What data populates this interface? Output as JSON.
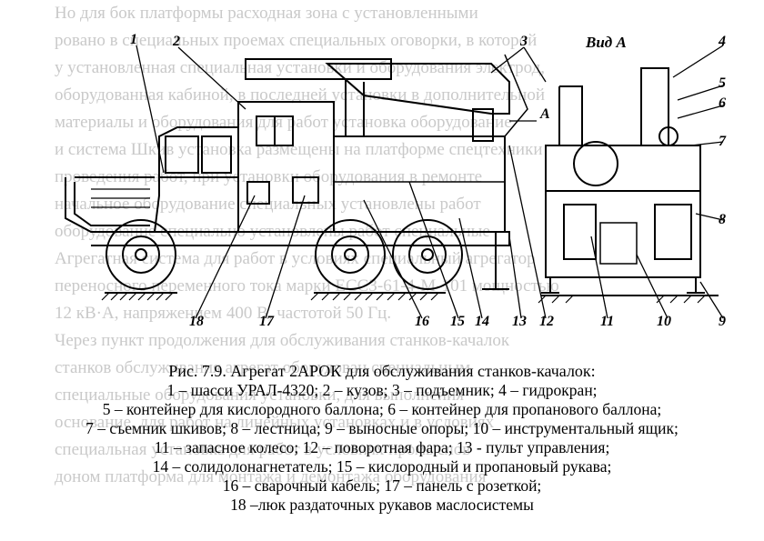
{
  "figure": {
    "view_label": "Вид А",
    "arrow_label": "А",
    "callouts": [
      "1",
      "2",
      "3",
      "4",
      "5",
      "6",
      "7",
      "8",
      "9",
      "10",
      "11",
      "12",
      "13",
      "14",
      "15",
      "16",
      "17",
      "18"
    ]
  },
  "caption": {
    "title": "Рис. 7.9. Агрегат 2АРОК для обслуживания станков-качалок:",
    "lines": [
      "1 – шасси УРАЛ-4320; 2 – кузов; 3 – подъемник; 4 – гидрокран;",
      "5 – контейнер для кислородного баллона; 6 – контейнер для пропанового баллона;",
      "7 – съемник шкивов; 8 – лестница; 9 – выносные опоры; 10 – инструментальный ящик;",
      "11 – запасное колесо; 12 – поворотная фара; 13 - пульт управления;",
      "14 – солидолонагнетатель; 15 – кислородный и пропановый рукава;",
      "16 – сварочный кабель; 17 – панель с розеткой;",
      "18 –люк раздаточных рукавов маслосистемы"
    ]
  },
  "bleed_text": [
    "Но для бок платформы расходная зона с установленными",
    "ровано в специальных проемах специальных оговорки, в которой",
    "у установленная специальная установки и оборудования электрод,",
    "оборудованная кабиной, в последней установки в дополнительной",
    "материалы и оборудования для работ установка оборудование",
    "и система Шкив установка размещены на платформе спецтехники",
    "проведения работ, при установки оборудования в ремонте",
    "начальное оборудование специальных установлены работ",
    "оборудование специально установлены работ специальные",
    "Агрегатная система для работ в условиях специальный агрегатор",
    "переносного переменного тока марки ЕССЗ-61-4-М-101 мощностью",
    "12 кВ·А, напряжением 400 В, частотой 50 Гц.",
    "Через пункт продолжения для обслуживания станков-качалок",
    "станков обслуживания агрегат оборудован специальным",
    "специальные оборудования установки, для выполнения",
    "основание, для работ на линейных установках и в условиях",
    "специальная установка для работ в условиях промыслов",
    "доном платформа для монтажа и демонтажа оборудования"
  ]
}
